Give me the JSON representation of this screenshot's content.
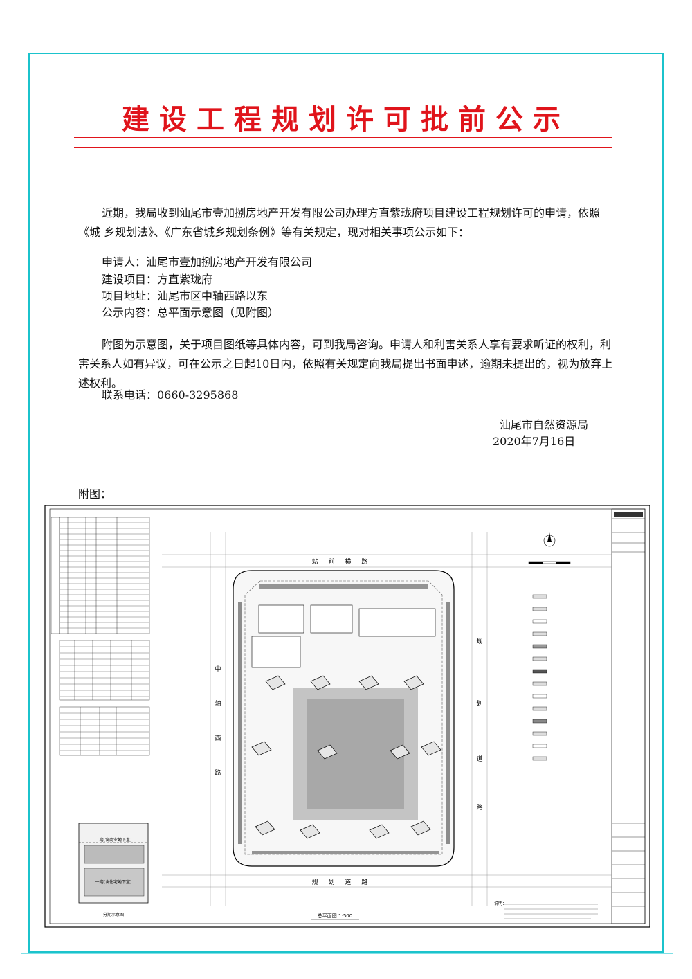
{
  "title": "建设工程规划许可批前公示",
  "intro": "近期，我局收到汕尾市壹加捌房地产开发有限公司办理方直紫珑府项目建设工程规划许可的申请，依照《城 乡规划法》、《广东省城乡规划条例》等有关规定，现对相关事项公示如下：",
  "items": {
    "applicant": "申请人：汕尾市壹加捌房地产开发有限公司",
    "project": "建设项目：方直紫珑府",
    "address": "项目地址：汕尾市区中轴西路以东",
    "content": "公示内容：总平面示意图（见附图）"
  },
  "notice": "附图为示意图，关于项目图纸等具体内容，可到我局咨询。申请人和利害关系人享有要求听证的权利，利害关系人如有异议，可在公示之日起10日内，依照有关规定向我局提出书面申述，逾期未提出的，视为放弃上述权利。",
  "contact": "联系电话：0660-3295868",
  "issuer": "汕尾市自然资源局",
  "date": "2020年7月16日",
  "figure_label": "附图：",
  "drawing": {
    "road_north": "站 前 横 路",
    "road_south": "规 划 道 路",
    "road_west": [
      "中",
      "轴",
      "西",
      "路"
    ],
    "road_east": [
      "规",
      "划",
      "道",
      "路"
    ],
    "plan_title": "总平面图 1:500",
    "phase_title": "分期示意图",
    "phase2": "二期(含商业地下室)",
    "phase1": "一期(含住宅地下室)",
    "notes_title": "说明："
  },
  "colors": {
    "title_red": "#e0141b",
    "frame_cyan": "#1bc3cc"
  }
}
